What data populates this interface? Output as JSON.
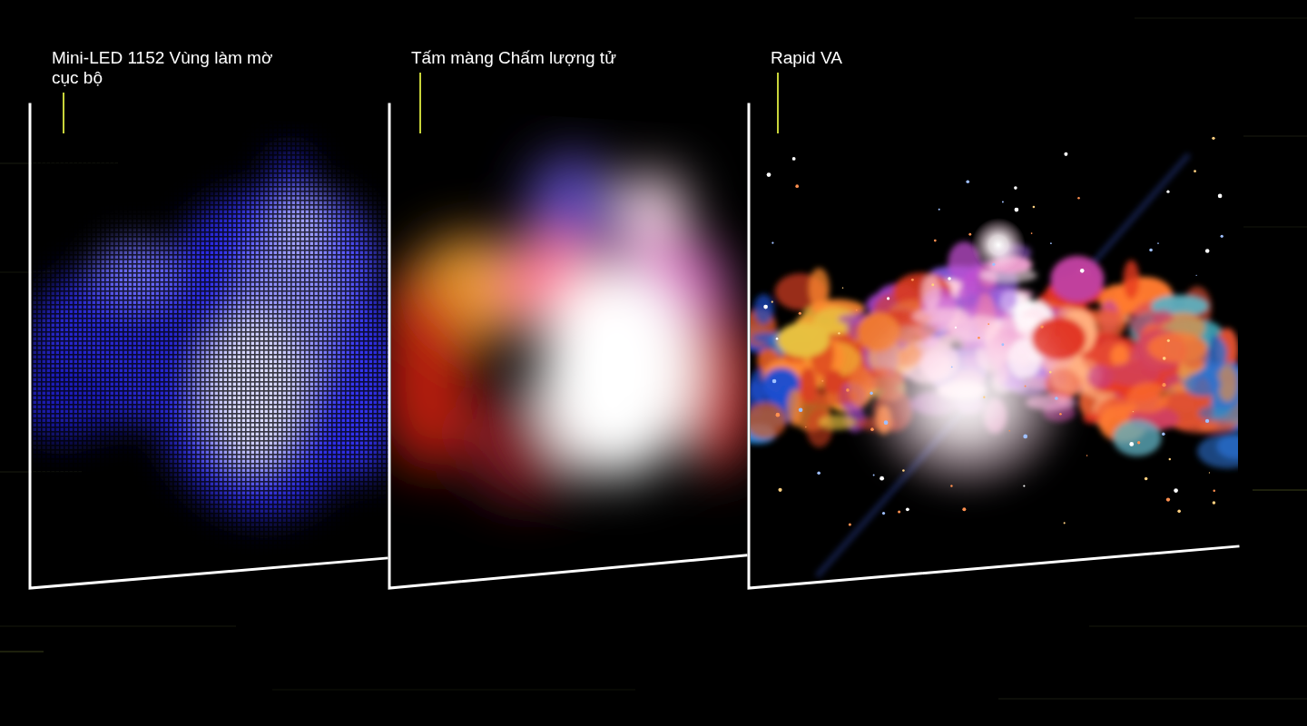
{
  "diagram": {
    "nodes": [
      {
        "text": [
          "Mini-LED 1152 Vùng làm mờ cục bộ"
        ]
      },
      {
        "text": [
          "Tấm màng Chấm lượng tử"
        ]
      },
      {
        "text": [
          "Rapid VA"
        ]
      }
    ]
  }
}
